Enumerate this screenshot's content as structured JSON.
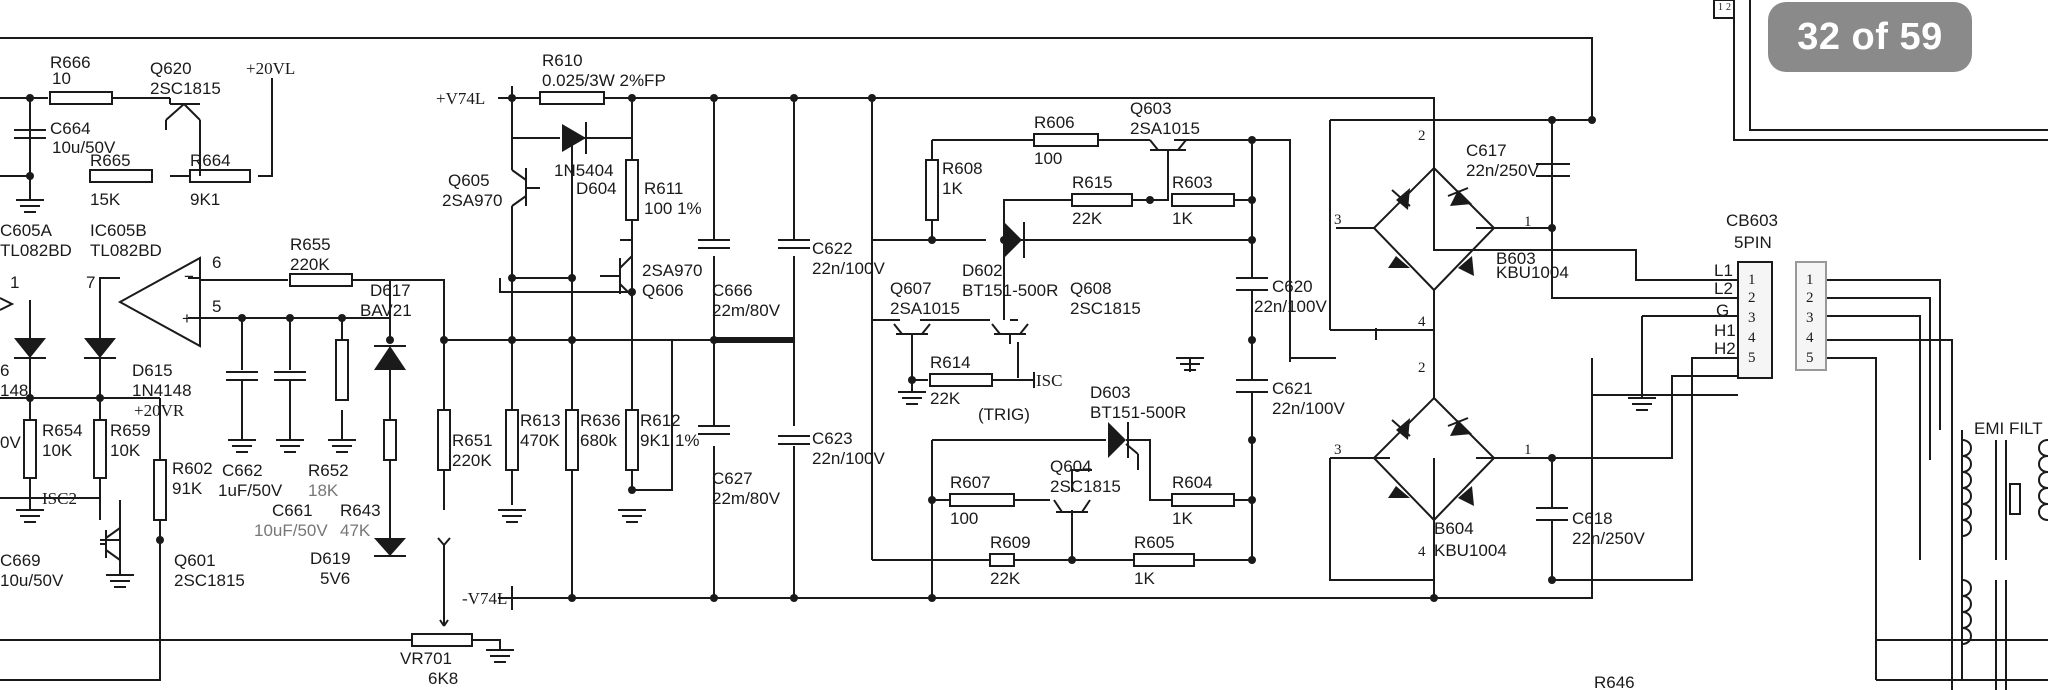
{
  "page_indicator": "32 of 59",
  "page_corner_pins": [
    "1",
    "2"
  ],
  "labels": {
    "r666": "R666",
    "r666_val": "10",
    "q620": "Q620",
    "q620_val": "2SC1815",
    "vl20": "+20VL",
    "c664": "C664",
    "c664_val": "10u/50V",
    "r665": "R665",
    "r665_val": "15K",
    "r664": "R664",
    "r664_val": "9K1",
    "c605a": "C605A",
    "tl082bd_a": "TL082BD",
    "ic605b": "IC605B",
    "tl082bd_b": "TL082BD",
    "opamp_pin6": "6",
    "opamp_pin5": "5",
    "opamp_pin7": "7",
    "opamp_pin1": "1",
    "opamp_minus": "−",
    "opamp_plus": "+",
    "r655": "R655",
    "r655_val": "220K",
    "d617": "D617",
    "d617_val": "BAV21",
    "d615": "D615",
    "d615_val": "1N4148",
    "left_148": "148",
    "left_6": "6",
    "vr20": "+20VR",
    "r654": "R654",
    "r654_val": "10K",
    "r659": "R659",
    "r659_val": "10K",
    "r602": "R602",
    "r602_val": "91K",
    "left_0v": "0V",
    "isc2": "ISC2",
    "c662": "C662",
    "c662_val": "1uF/50V",
    "r652": "R652",
    "r652_val": "18K",
    "c661": "C661",
    "c661_val": "10uF/50V",
    "r643": "R643",
    "r643_val": "47K",
    "d619": "D619",
    "d619_val": "5V6",
    "c669": "C669",
    "c669_val": "10u/50V",
    "q601": "Q601",
    "q601_val": "2SC1815",
    "vr701": "VR701",
    "vr701_val": "6K8",
    "r610": "R610",
    "r610_val": "0.025/3W 2%FP",
    "v74p": "+V74L",
    "v74n": "-V74L",
    "q605": "Q605",
    "q605_val": "2SA970",
    "d604_part": "1N5404",
    "d604": "D604",
    "r611": "R611",
    "r611_val": "100 1%",
    "q606_part": "2SA970",
    "q606": "Q606",
    "r613": "R613",
    "r613_val": "470K",
    "r636": "R636",
    "r636_val": "680k",
    "r612": "R612",
    "r612_val": "9K1 1%",
    "r651": "R651",
    "r651_val": "220K",
    "c666": "C666",
    "c666_val": "22m/80V",
    "c627": "C627",
    "c627_val": "22m/80V",
    "c622": "C622",
    "c622_val": "22n/100V",
    "c623": "C623",
    "c623_val": "22n/100V",
    "r606": "R606",
    "r606_val": "100",
    "q603": "Q603",
    "q603_val": "2SA1015",
    "r608": "R608",
    "r608_val": "1K",
    "r615": "R615",
    "r615_val": "22K",
    "r603": "R603",
    "r603_val": "1K",
    "d602": "D602",
    "d602_val": "BT151-500R",
    "q607": "Q607",
    "q607_val": "2SA1015",
    "q608": "Q608",
    "q608_val": "2SC1815",
    "r614": "R614",
    "r614_val": "22K",
    "isc": "ISC",
    "trig": "(TRIG)",
    "c620": "C620",
    "c620_val": "22n/100V",
    "c621": "C621",
    "c621_val": "22n/100V",
    "d603": "D603",
    "d603_val": "BT151-500R",
    "r607": "R607",
    "r607_val": "100",
    "q604": "Q604",
    "q604_val": "2SC1815",
    "r604": "R604",
    "r604_val": "1K",
    "r609": "R609",
    "r609_val": "22K",
    "r605": "R605",
    "r605_val": "1K",
    "c617": "C617",
    "c617_val": "22n/250V",
    "b603": "B603",
    "b603_val": "KBU1004",
    "c618": "C618",
    "c618_val": "22n/250V",
    "b604": "B604",
    "b604_val": "KBU1004",
    "bridge_p1": "1",
    "bridge_p2": "2",
    "bridge_p3": "3",
    "bridge_p4": "4",
    "cb603": "CB603",
    "cb603_val": "5PIN",
    "cb_l1": "L1",
    "cb_l2": "L2",
    "cb_g": "G",
    "cb_h1": "H1",
    "cb_h2": "H2",
    "emi": "EMI FILT",
    "r646": "R646"
  },
  "connector_pins": [
    "1",
    "2",
    "3",
    "4",
    "5"
  ]
}
